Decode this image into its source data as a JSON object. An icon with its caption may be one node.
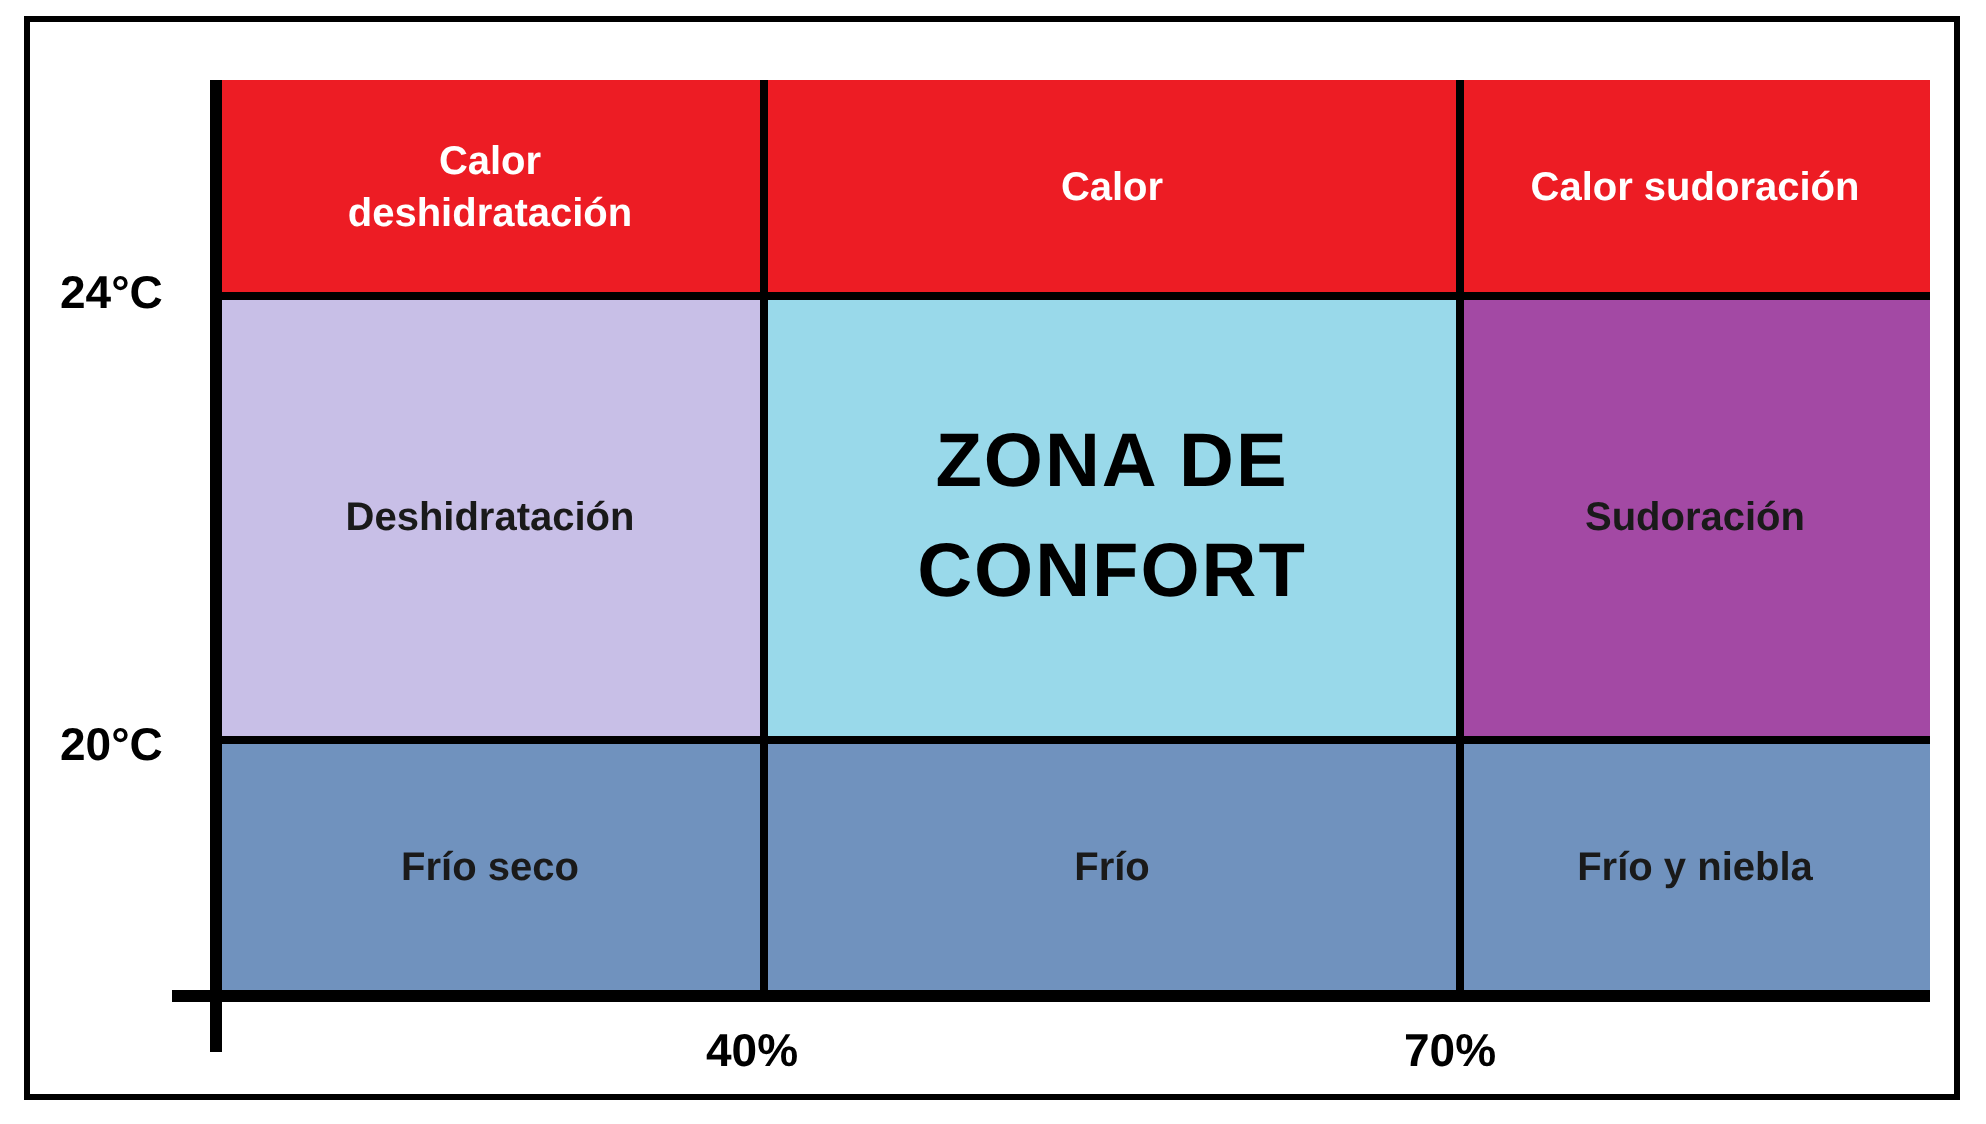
{
  "diagram": {
    "nodes": [
      {
        "text": [
          "Calor deshidratación"
        ]
      },
      {
        "text": [
          "Calor"
        ]
      },
      {
        "text": [
          "Calor sudoración"
        ]
      },
      {
        "text": [
          "Deshidratación"
        ]
      },
      {
        "text": [
          "ZONA DE CONFORT"
        ]
      },
      {
        "text": [
          "Sudoración"
        ]
      },
      {
        "text": [
          "Frío seco"
        ]
      },
      {
        "text": [
          "Frío"
        ]
      },
      {
        "text": [
          "Frío y niebla"
        ]
      }
    ],
    "labels": [
      "24°C",
      "20°C",
      "40%",
      "70%"
    ]
  }
}
